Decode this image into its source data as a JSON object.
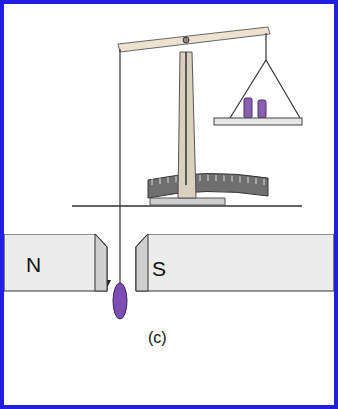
{
  "diagram": {
    "caption": "(c)",
    "nodes": [
      {
        "text": [
          "N"
        ]
      },
      {
        "text": [
          "S"
        ]
      }
    ]
  }
}
